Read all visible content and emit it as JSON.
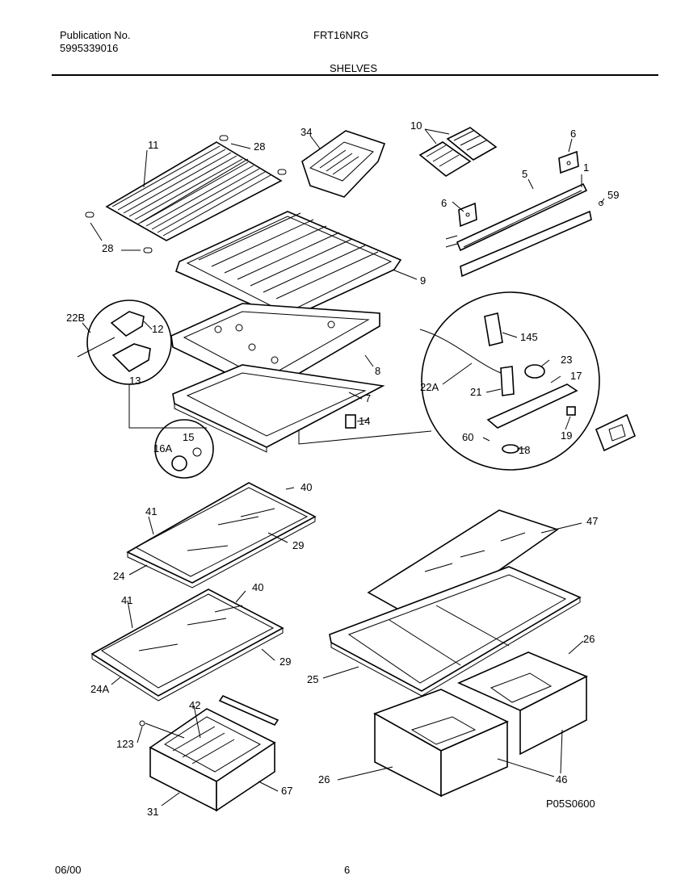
{
  "header": {
    "publication_label": "Publication No.",
    "publication_number": "5995339016",
    "model": "FRT16NRG",
    "section": "SHELVES"
  },
  "footer": {
    "date": "06/00",
    "page": "6"
  },
  "diagram": {
    "drawing_id": "P05S0600",
    "labels": {
      "l1": "1",
      "l5": "5",
      "l6a": "6",
      "l6b": "6",
      "l7": "7",
      "l8": "8",
      "l9": "9",
      "l10": "10",
      "l11": "11",
      "l12": "12",
      "l13": "13",
      "l14": "14",
      "l15": "15",
      "l16a": "16A",
      "l17": "17",
      "l18": "18",
      "l19": "19",
      "l21": "21",
      "l22a": "22A",
      "l22b": "22B",
      "l23": "23",
      "l24": "24",
      "l24a": "24A",
      "l25": "25",
      "l26a": "26",
      "l26b": "26",
      "l28a": "28",
      "l28b": "28",
      "l29a": "29",
      "l29b": "29",
      "l31": "31",
      "l34": "34",
      "l40a": "40",
      "l40b": "40",
      "l41a": "41",
      "l41b": "41",
      "l42": "42",
      "l46": "46",
      "l47": "47",
      "l59": "59",
      "l60": "60",
      "l67": "67",
      "l123": "123",
      "l145": "145"
    }
  }
}
